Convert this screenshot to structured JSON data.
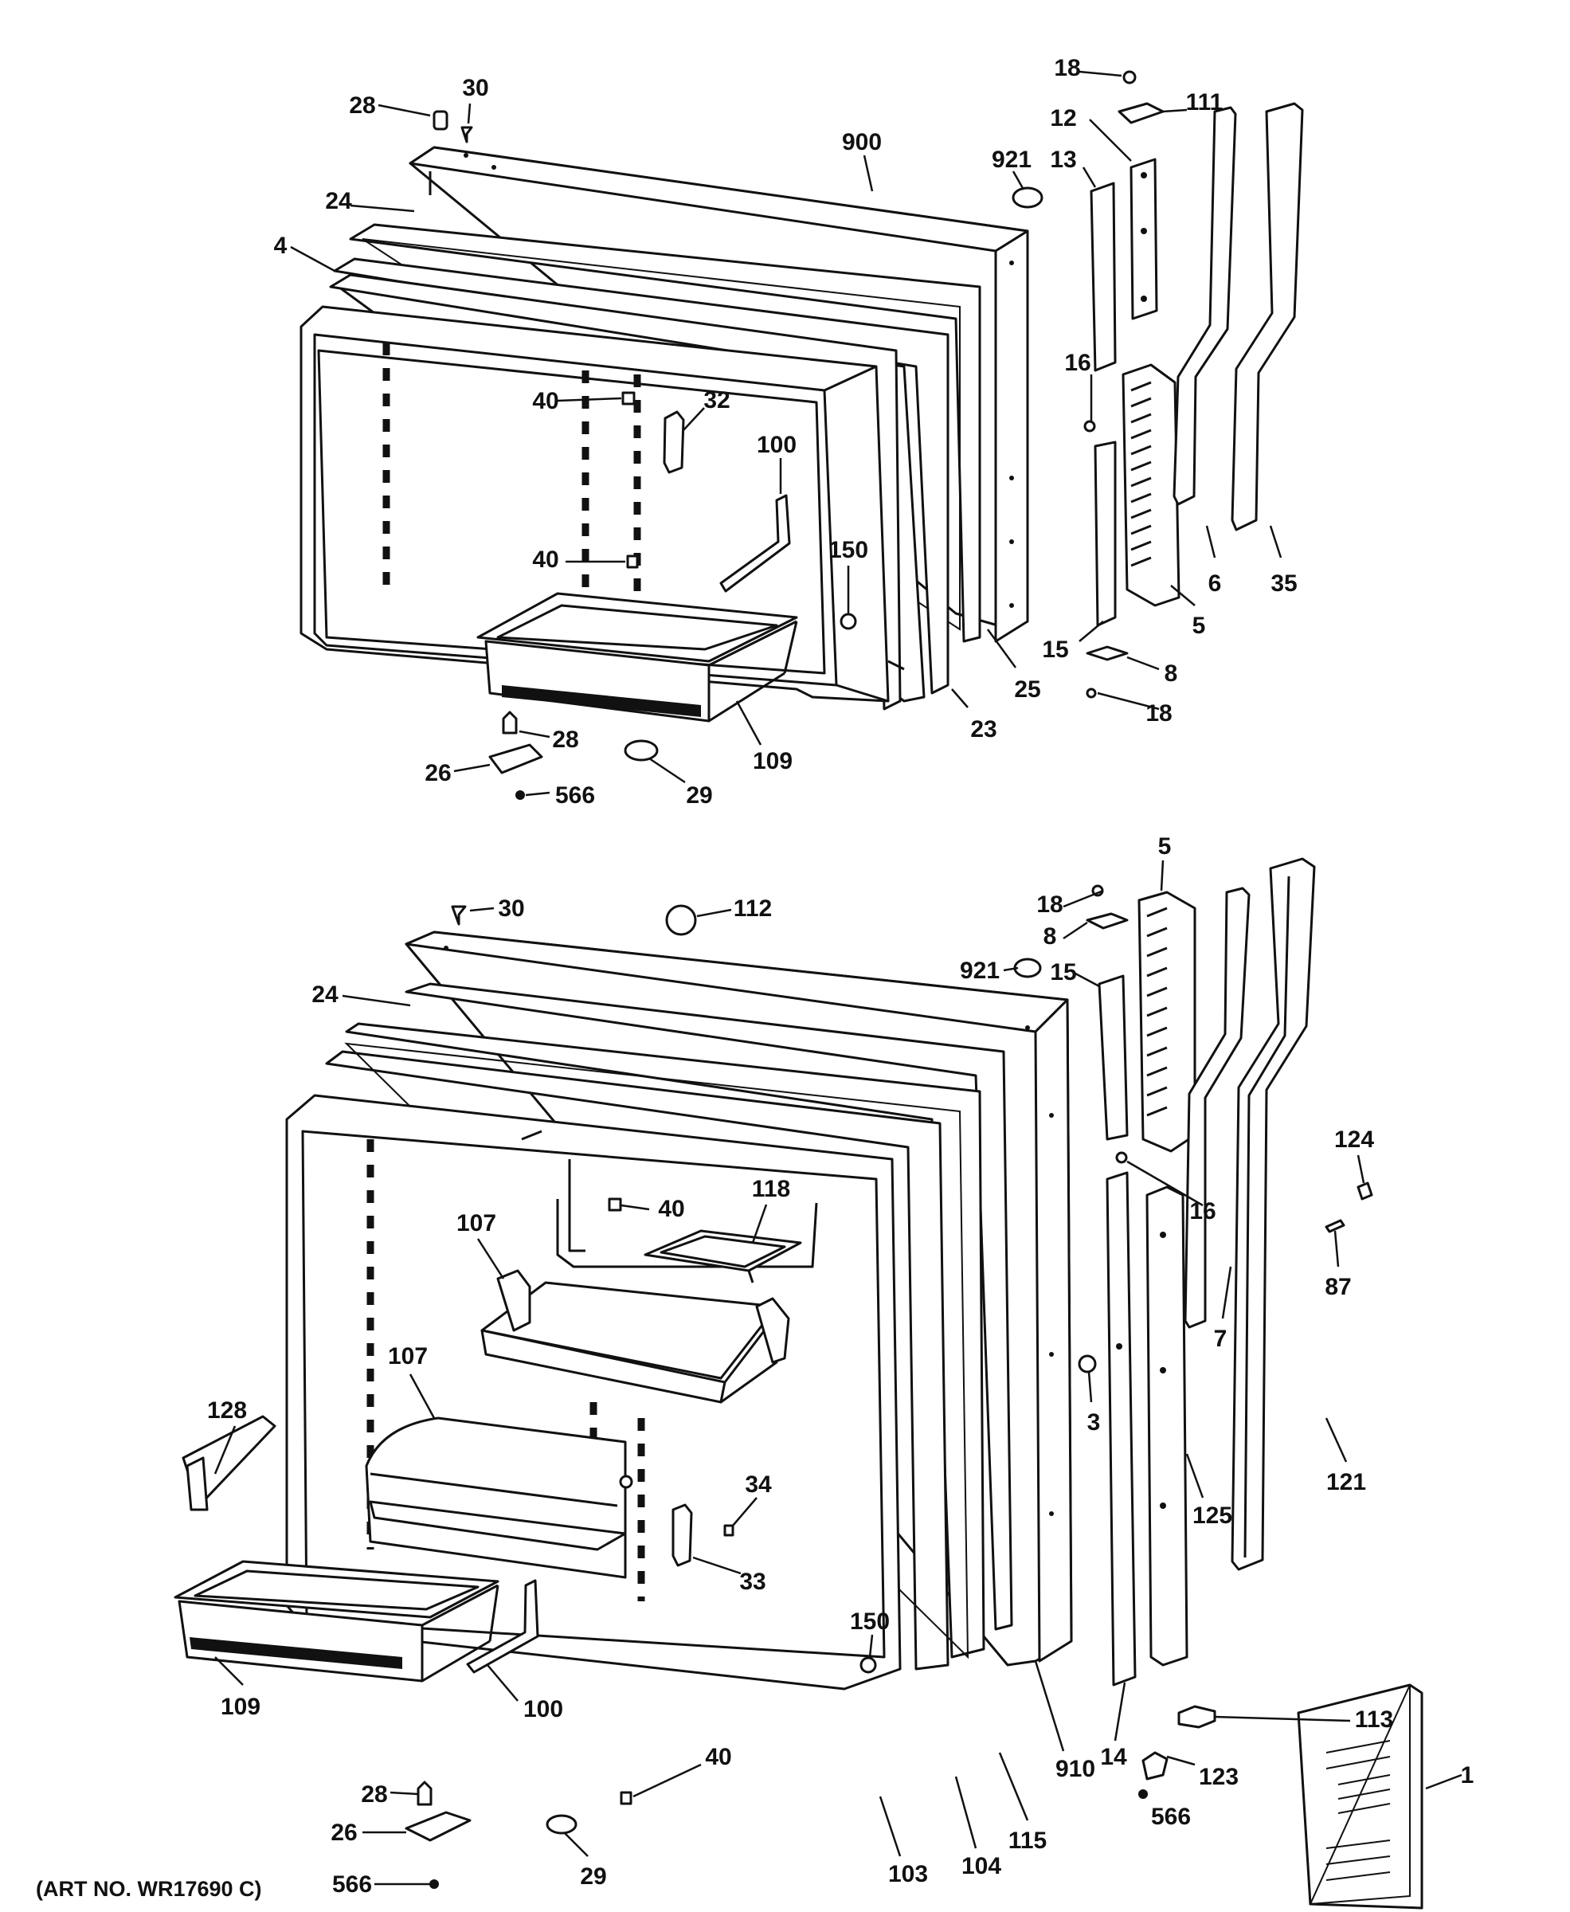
{
  "callouts": {
    "c28a": "28",
    "c30a": "30",
    "c900": "900",
    "c921a": "921",
    "c18a": "18",
    "c111": "111",
    "c12": "12",
    "c13": "13",
    "c24a": "24",
    "c4": "4",
    "c40a": "40",
    "c32": "32",
    "c100a": "100",
    "c16a": "16",
    "c40b": "40",
    "c150a": "150",
    "c6": "6",
    "c35": "35",
    "c5a": "5",
    "c15a": "15",
    "c8a": "8",
    "c25": "25",
    "c18b": "18",
    "c23": "23",
    "c28b": "28",
    "c26a": "26",
    "c566a": "566",
    "c29a": "29",
    "c109a": "109",
    "c30b": "30",
    "c112": "112",
    "c18c": "18",
    "c5b": "5",
    "c8b": "8",
    "c921b": "921",
    "c15b": "15",
    "c24b": "24",
    "c40c": "40",
    "c118": "118",
    "c107a": "107",
    "c16b": "16",
    "c124": "124",
    "c87": "87",
    "c7": "7",
    "c128": "128",
    "c107b": "107",
    "c3": "3",
    "c121": "121",
    "c34": "34",
    "c125": "125",
    "c33": "33",
    "c150b": "150",
    "c100b": "100",
    "c109b": "109",
    "c40d": "40",
    "c14": "14",
    "c113": "113",
    "c910": "910",
    "c123": "123",
    "c1": "1",
    "c115": "115",
    "c28c": "28",
    "c26b": "26",
    "c566b": "566",
    "c29b": "29",
    "c103": "103",
    "c104": "104",
    "c566c": "566"
  },
  "art_number": "(ART NO. WR17690 C)"
}
